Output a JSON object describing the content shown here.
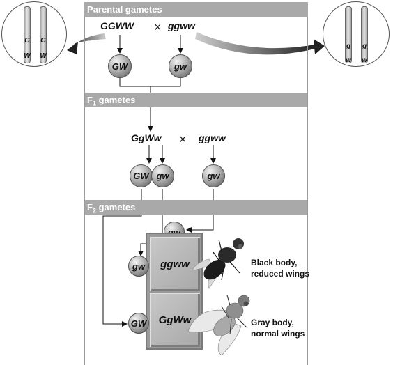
{
  "sections": {
    "parental_label": "Parental gametes",
    "f1_label_main": "F",
    "f1_label_sub": "1",
    "f1_label_rest": " gametes",
    "f2_label_main": "F",
    "f2_label_sub": "2",
    "f2_label_rest": " gametes"
  },
  "parental": {
    "left_genotype": "GGWW",
    "right_genotype": "ggww",
    "times": "×",
    "left_gamete": "GW",
    "right_gamete": "gw",
    "left_chromosome_top": "G",
    "left_chromosome_bottom": "W",
    "right_chromosome_top": "g",
    "right_chromosome_bottom": "w"
  },
  "f1": {
    "left_genotype": "GgWw",
    "right_genotype": "ggww",
    "times": "×",
    "gametes": [
      "GW",
      "gw",
      "gw"
    ]
  },
  "f2": {
    "top_gamete": "gw",
    "row_gametes": [
      "gw",
      "GW"
    ],
    "cells": [
      "ggww",
      "GgWw"
    ],
    "captions": [
      {
        "line1": "Black body,",
        "line2": "reduced wings"
      },
      {
        "line1": "Gray body,",
        "line2": "normal wings"
      }
    ]
  },
  "colors": {
    "bar": "#a9a9a9",
    "cell": "#b5b5b5"
  }
}
